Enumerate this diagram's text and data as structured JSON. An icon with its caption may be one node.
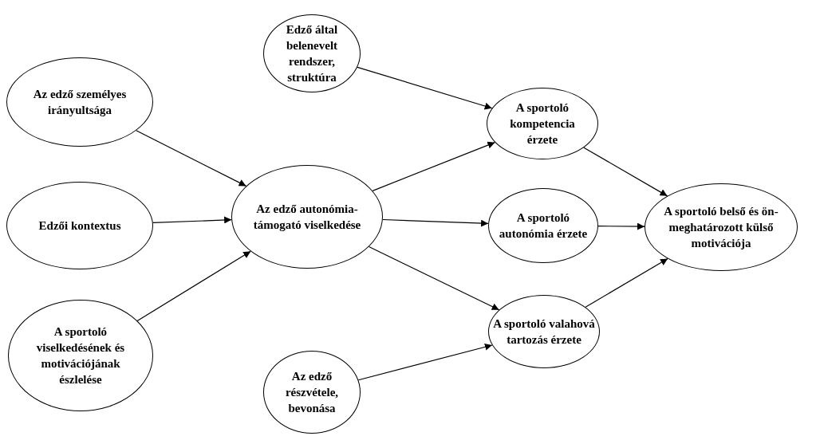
{
  "diagram": {
    "nodes": [
      {
        "text": [
          "Az edző személyes irányultsága"
        ]
      },
      {
        "text": [
          "Edzői kontextus"
        ]
      },
      {
        "text": [
          "A sportoló viselkedésének és motivációjának észlelése"
        ]
      },
      {
        "text": [
          "Edző által belenevelt rendszer, struktúra"
        ]
      },
      {
        "text": [
          "Az edző autonómia-támogató viselkedése"
        ]
      },
      {
        "text": [
          "A sportoló kompetencia érzete"
        ]
      },
      {
        "text": [
          "A sportoló autonómia érzete"
        ]
      },
      {
        "text": [
          "A sportoló valahová tartozás érzete"
        ]
      },
      {
        "text": [
          "Az edző részvétele, bevonása"
        ]
      },
      {
        "text": [
          "A sportoló belső és ön-meghatározott külső motivációja"
        ]
      }
    ],
    "edges": [
      {
        "from": 0,
        "to": 4,
        "arrow": "to"
      },
      {
        "from": 1,
        "to": 4,
        "arrow": "to"
      },
      {
        "from": 2,
        "to": 4,
        "arrow": "to"
      },
      {
        "from": 3,
        "to": 5,
        "arrow": "to"
      },
      {
        "from": 4,
        "to": 5,
        "arrow": "to"
      },
      {
        "from": 4,
        "to": 6,
        "arrow": "to"
      },
      {
        "from": 4,
        "to": 7,
        "arrow": "to"
      },
      {
        "from": 8,
        "to": 7,
        "arrow": "to"
      },
      {
        "from": 5,
        "to": 9,
        "arrow": "to"
      },
      {
        "from": 6,
        "to": 9,
        "arrow": "to"
      },
      {
        "from": 7,
        "to": 9,
        "arrow": "to"
      }
    ]
  }
}
